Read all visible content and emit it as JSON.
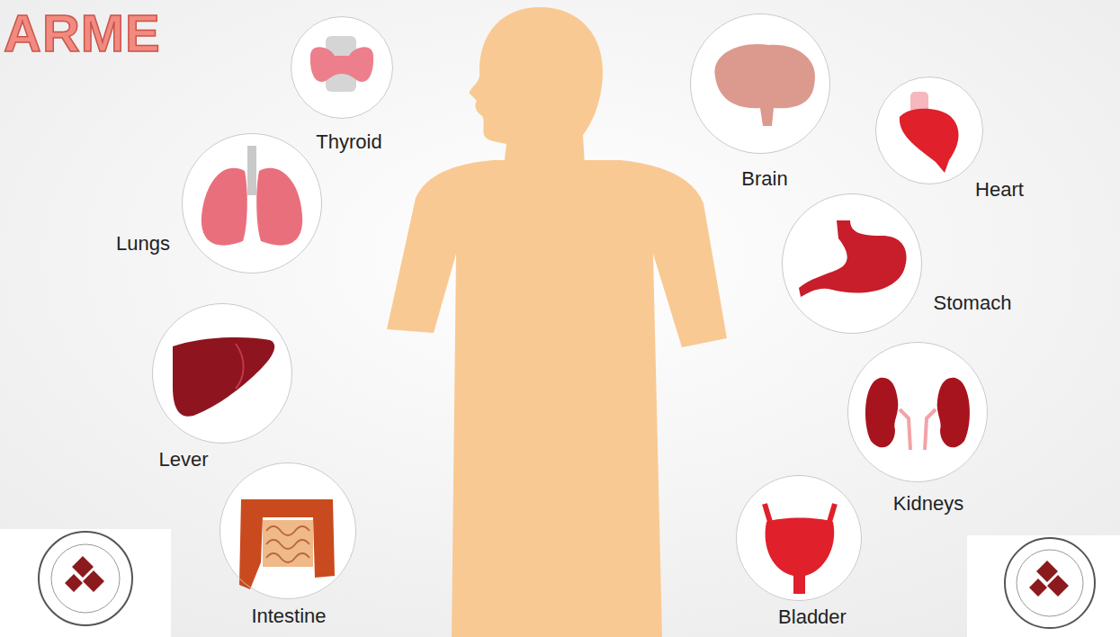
{
  "diagram": {
    "title": "ARME",
    "nodes": [
      {
        "text": [
          "Thyroid"
        ]
      },
      {
        "text": [
          "Lungs"
        ]
      },
      {
        "text": [
          "Lever"
        ]
      },
      {
        "text": [
          "Intestine"
        ]
      },
      {
        "text": [
          "Brain"
        ]
      },
      {
        "text": [
          "Heart"
        ]
      },
      {
        "text": [
          "Stomach"
        ]
      },
      {
        "text": [
          "Kidneys"
        ]
      },
      {
        "text": [
          "Bladder"
        ]
      }
    ]
  }
}
